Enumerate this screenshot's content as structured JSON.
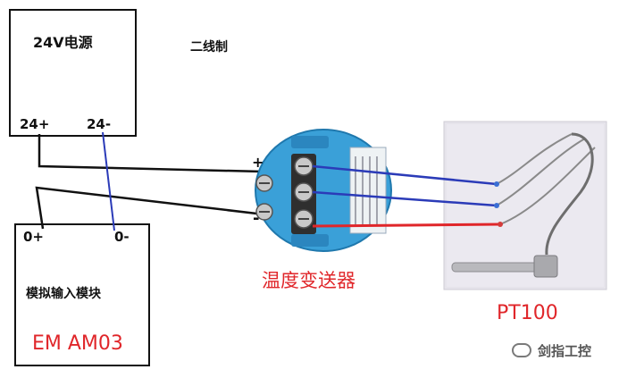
{
  "power_supply": {
    "title": "24V电源",
    "terminal_pos": "24+",
    "terminal_neg": "24-"
  },
  "wiring_note": "二线制",
  "analog_module": {
    "terminal_pos": "0+",
    "terminal_neg": "0-",
    "title": "模拟输入模块",
    "model": "EM AM03"
  },
  "transmitter": {
    "plus_mark": "+",
    "minus_mark": "-",
    "caption": "温度变送器"
  },
  "sensor": {
    "caption": "PT100"
  },
  "watermark": {
    "text": "剑指工控"
  },
  "colors": {
    "wire_black": "#111111",
    "wire_blue": "#2b3bb8",
    "wire_red": "#e0262a",
    "transmitter_body": "#3aa0d8",
    "caption_red": "#e0262a"
  }
}
